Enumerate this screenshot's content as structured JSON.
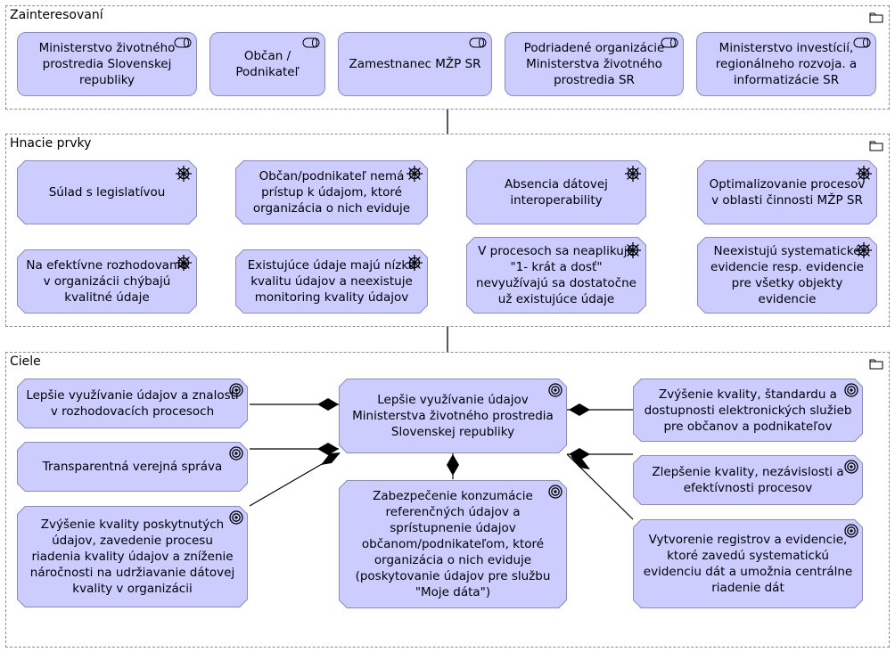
{
  "groups": {
    "stakeholders": {
      "title": "Zainteresovaní",
      "icon": "folder-icon"
    },
    "drivers": {
      "title": "Hnacie prvky",
      "icon": "folder-icon"
    },
    "goals": {
      "title": "Ciele",
      "icon": "folder-icon"
    }
  },
  "stakeholders": [
    {
      "label": "Ministerstvo životného prostredia Slovenskej republiky",
      "icon": "stakeholder-icon"
    },
    {
      "label": "Občan / Podnikateľ",
      "icon": "stakeholder-icon"
    },
    {
      "label": "Zamestnanec MŽP SR",
      "icon": "stakeholder-icon"
    },
    {
      "label": "Podriadené organizácie Ministerstva životného prostredia SR",
      "icon": "stakeholder-icon"
    },
    {
      "label": "Ministerstvo investícií, regionálneho rozvoja. a informatizácie SR",
      "icon": "stakeholder-icon"
    }
  ],
  "drivers": [
    {
      "label": "Súlad s legislatívou",
      "icon": "driver-icon"
    },
    {
      "label": "Občan/podnikateľ nemá prístup k údajom, ktoré organizácia o nich eviduje",
      "icon": "driver-icon"
    },
    {
      "label": "Absencia dátovej interoperability",
      "icon": "driver-icon"
    },
    {
      "label": "Optimalizovanie procesov v oblasti činnosti  MŽP SR",
      "icon": "driver-icon"
    },
    {
      "label": "Na efektívne rozhodovanie v organizácii chýbajú kvalitné údaje",
      "icon": "driver-icon"
    },
    {
      "label": "Existujúce údaje majú nízku kvalitu údajov a neexistuje monitoring kvality údajov",
      "icon": "driver-icon"
    },
    {
      "label": "V procesoch sa neaplikuje \"1- krát a dosť\" nevyužívajú sa dostatočne už existujúce údaje",
      "icon": "driver-icon"
    },
    {
      "label": "Neexistujú systematické evidencie resp. evidencie pre všetky objekty evidencie",
      "icon": "driver-icon"
    }
  ],
  "goals": {
    "main": {
      "label": "Lepšie využívanie údajov Ministerstva životného prostredia Slovenskej republiky",
      "icon": "goal-icon"
    },
    "left": [
      {
        "label": "Lepšie využívanie údajov a znalostí v rozhodovacích procesoch",
        "icon": "goal-icon"
      },
      {
        "label": "Transparentná verejná správa",
        "icon": "goal-icon"
      },
      {
        "label": "Zvýšenie kvality poskytnutých údajov, zavedenie procesu riadenia kvality údajov a zníženie náročnosti na udržiavanie dátovej kvality v organizácii",
        "icon": "goal-icon"
      }
    ],
    "bottom": {
      "label": "Zabezpečenie konzumácie referenčných údajov a sprístupnenie údajov občanom/podnikateľom, ktoré organizácia o nich eviduje (poskytovanie údajov pre službu \"Moje dáta\")",
      "icon": "goal-icon"
    },
    "right": [
      {
        "label": "Zvýšenie kvality, štandardu a dostupnosti elektronických služieb pre občanov a podnikateľov",
        "icon": "goal-icon"
      },
      {
        "label": "Zlepšenie kvality, nezávislosti a efektívnosti procesov",
        "icon": "goal-icon"
      },
      {
        "label": "Vytvorenie registrov a evidencie, ktoré zavedú systematickú evidenciu dát a umožnia centrálne riadenie dát",
        "icon": "goal-icon"
      }
    ]
  },
  "colors": {
    "node_fill": "#ccccff",
    "node_border": "#8a8ac8",
    "group_border": "#8c8c8c"
  }
}
